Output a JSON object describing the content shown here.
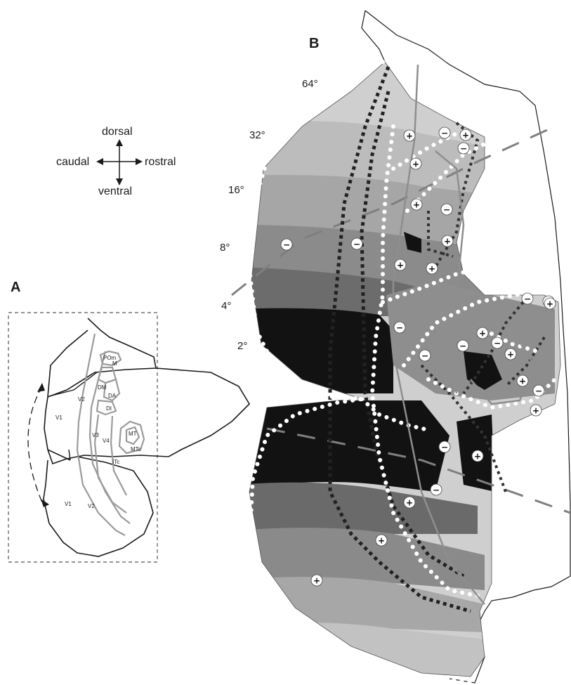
{
  "panels": {
    "a": "A",
    "b": "B"
  },
  "compass": {
    "up": "dorsal",
    "down": "ventral",
    "left": "caudal",
    "right": "rostral"
  },
  "eccentricity": [
    "64°",
    "32°",
    "16°",
    "8°",
    "4°",
    "2°"
  ],
  "areas": {
    "v1_upper": "V1",
    "v2_upper": "V2",
    "v1_lower": "V1",
    "v2_lower": "V2",
    "pom": "POm",
    "m": "M",
    "dm": "DM",
    "da": "DA",
    "di": "DI",
    "v3": "V3",
    "v4": "V4",
    "mt": "MT",
    "mtc": "MTc",
    "itc": "ITc"
  },
  "markers": {
    "plus": "+",
    "minus": "−",
    "symbols": [
      "+",
      "−",
      "+",
      "−",
      "+",
      "+",
      "−",
      "−",
      "−",
      "+",
      "+",
      "+",
      "−",
      "+",
      "+",
      "−",
      "−",
      "−",
      "+",
      "−",
      "−",
      "+",
      "+",
      "−",
      "+",
      "−",
      "+",
      "+",
      "+",
      "+"
    ]
  },
  "colors": {
    "shade_1": "#d4d4d4",
    "shade_2": "#bdbdbd",
    "shade_3": "#a2a2a2",
    "shade_4": "#868686",
    "shade_5": "#676767",
    "dark": "#121212",
    "outline": "#1a1a1a",
    "boundary_gray": "#9a9a9a"
  }
}
